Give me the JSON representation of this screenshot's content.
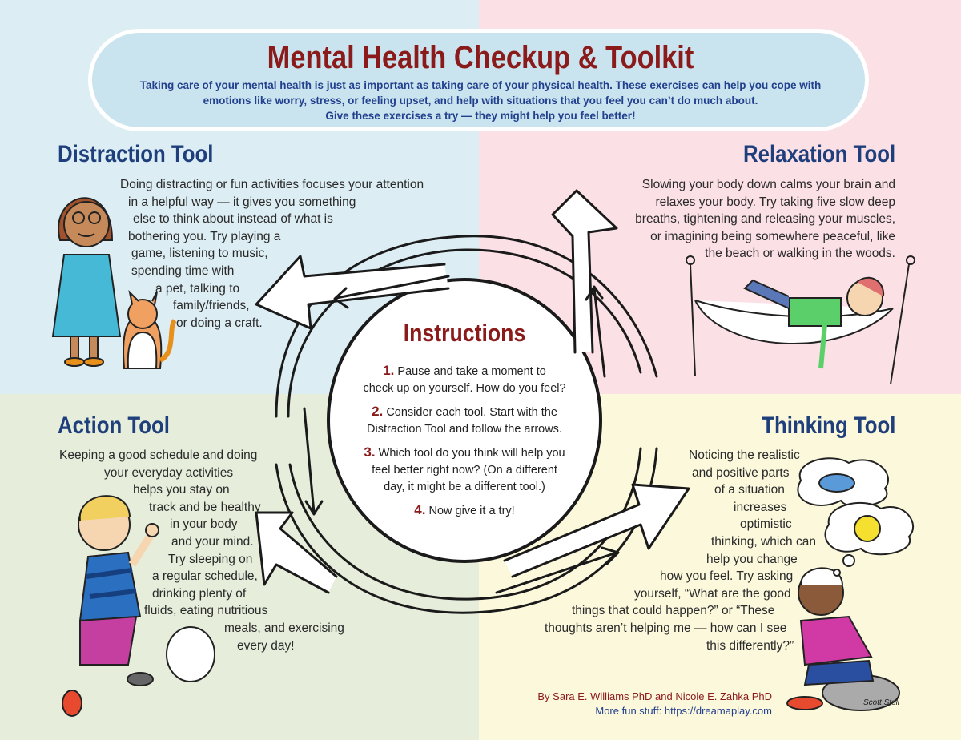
{
  "header": {
    "title": "Mental Health Checkup & Toolkit",
    "intro_lines": [
      "Taking care of your mental health is just as important as taking care of your physical health. These exercises can help you cope with",
      "emotions like worry, stress, or feeling upset, and help with situations that you feel you can’t do much about.",
      "Give these exercises a try — they might help you feel better!"
    ]
  },
  "tools": {
    "distraction": {
      "title": "Distraction Tool",
      "lines": [
        "Doing distracting or fun activities focuses your attention",
        "in a helpful way — it gives you something",
        "else to think about instead of what is",
        "bothering you. Try playing a",
        "game, listening to music,",
        "spending time with",
        "a pet, talking to",
        "family/friends,",
        "or doing a craft."
      ]
    },
    "relaxation": {
      "title": "Relaxation Tool",
      "lines": [
        "Slowing your body down calms your brain and",
        "relaxes your body. Try taking five slow deep",
        "breaths, tightening and releasing your muscles,",
        "or imagining being somewhere peaceful, like",
        "the beach or walking in the woods."
      ]
    },
    "action": {
      "title": "Action Tool",
      "lines": [
        "Keeping a good schedule and doing",
        "your everyday activities",
        "helps you stay on",
        "track and be healthy",
        "in your body",
        "and your mind.",
        "Try sleeping on",
        "a regular schedule,",
        "drinking plenty of",
        "fluids, eating nutritious",
        "meals, and exercising",
        "every day!"
      ]
    },
    "thinking": {
      "title": "Thinking Tool",
      "lines": [
        "Noticing the realistic",
        "and positive parts",
        "of a situation",
        "increases",
        "optimistic",
        "thinking, which can",
        "help you change",
        "how you feel. Try asking",
        "yourself, “What are the good",
        "things that could happen?” or “These",
        "thoughts aren’t helping me — how can I see",
        "this differently?”"
      ]
    }
  },
  "instructions": {
    "title": "Instructions",
    "steps": [
      {
        "num": "1.",
        "lines": [
          "Pause and take a moment to",
          "check up on yourself. How do you feel?"
        ]
      },
      {
        "num": "2.",
        "lines": [
          "Consider each tool. Start with the",
          "Distraction Tool and follow the arrows."
        ]
      },
      {
        "num": "3.",
        "lines": [
          "Which tool do you think will help you",
          "feel better right now? (On a different",
          "day, it might be a different tool.)"
        ]
      },
      {
        "num": "4.",
        "lines": [
          "Now give it a try!"
        ]
      }
    ]
  },
  "credits": {
    "authors": "By Sara E. Williams PhD and Nicole E. Zahka PhD",
    "more": "More fun stuff: https://dreamaplay.com",
    "artist_signature": "Scott Stoll"
  },
  "colors": {
    "title_red": "#8b1a1a",
    "heading_blue": "#1e3f7c",
    "blue_quadrant": "#dcedf3",
    "pink_quadrant": "#fbe0e6",
    "green_quadrant": "#e6eedb",
    "yellow_quadrant": "#fbf8dc"
  }
}
